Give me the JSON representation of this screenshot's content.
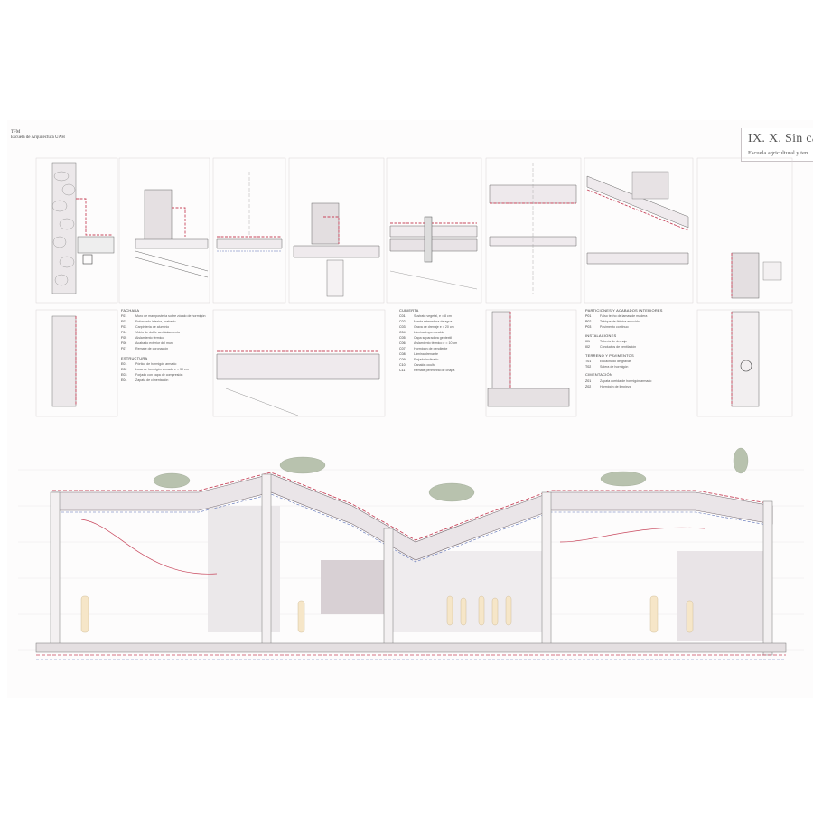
{
  "header": {
    "line1": "TFM",
    "line2": "Escuela de Arquitectura UAH"
  },
  "title": {
    "main": "IX. X. Sin camin",
    "sub": "Escuela agricultural y ten"
  },
  "notes": {
    "fachada": {
      "heading": "FACHADA",
      "items": [
        {
          "code": "F01",
          "text": "Muro de mampostería sobre zócalo de hormigón"
        },
        {
          "code": "F02",
          "text": "Enfoscado interior, acabado"
        },
        {
          "code": "F03",
          "text": "Carpintería de aluminio"
        },
        {
          "code": "F04",
          "text": "Vidrio de doble acristalamiento"
        },
        {
          "code": "F05",
          "text": "Aislamiento térmico"
        },
        {
          "code": "F06",
          "text": "Acabado exterior del muro"
        },
        {
          "code": "F07",
          "text": "Remate de coronación"
        }
      ]
    },
    "estructura": {
      "heading": "ESTRUCTURA",
      "items": [
        {
          "code": "E01",
          "text": "Pórtico de hormigón armado"
        },
        {
          "code": "E02",
          "text": "Losa de hormigón armado e = 30 cm"
        },
        {
          "code": "E03",
          "text": "Forjado con capa de compresión"
        },
        {
          "code": "E04",
          "text": "Zapata de cimentación"
        }
      ]
    },
    "cubierta": {
      "heading": "CUBIERTA",
      "items": [
        {
          "code": "C01",
          "text": "Sustrato vegetal, e = 8 cm"
        },
        {
          "code": "C02",
          "text": "Manta retenedora de agua"
        },
        {
          "code": "C03",
          "text": "Grava de drenaje e = 20 cm"
        },
        {
          "code": "C04",
          "text": "Lámina impermeable"
        },
        {
          "code": "C05",
          "text": "Capa separadora geotextil"
        },
        {
          "code": "C06",
          "text": "Aislamiento térmico e = 10 cm"
        },
        {
          "code": "C07",
          "text": "Hormigón de pendiente"
        },
        {
          "code": "C08",
          "text": "Lámina drenante"
        },
        {
          "code": "C09",
          "text": "Forjado inclinado"
        },
        {
          "code": "C10",
          "text": "Canalón oculto"
        },
        {
          "code": "C11",
          "text": "Remate perimetral de chapa"
        }
      ]
    },
    "particiones": {
      "heading": "PARTICIONES Y ACABADOS INTERIORES",
      "items": [
        {
          "code": "P01",
          "text": "Falso techo de lamas de madera"
        },
        {
          "code": "P02",
          "text": "Tabique de fábrica enlucido"
        },
        {
          "code": "P03",
          "text": "Pavimento continuo"
        }
      ]
    },
    "instalaciones": {
      "heading": "INSTALACIONES",
      "items": [
        {
          "code": "I01",
          "text": "Tubería de drenaje"
        },
        {
          "code": "I02",
          "text": "Conductos de ventilación"
        }
      ]
    },
    "terreno": {
      "heading": "TERRENO Y PAVIMENTOS",
      "items": [
        {
          "code": "T01",
          "text": "Encachado de gravas"
        },
        {
          "code": "T02",
          "text": "Solera de hormigón"
        }
      ]
    },
    "cimentacion": {
      "heading": "CIMENTACIÓN",
      "items": [
        {
          "code": "Z01",
          "text": "Zapata corrida de hormigón armado"
        },
        {
          "code": "Z02",
          "text": "Hormigón de limpieza"
        }
      ]
    }
  },
  "colors": {
    "red": "#c8475d",
    "blue": "#5a6fb6",
    "pink": "#e9b7c2",
    "brick": "#b0a2a8",
    "green": "#7e9a6a"
  }
}
